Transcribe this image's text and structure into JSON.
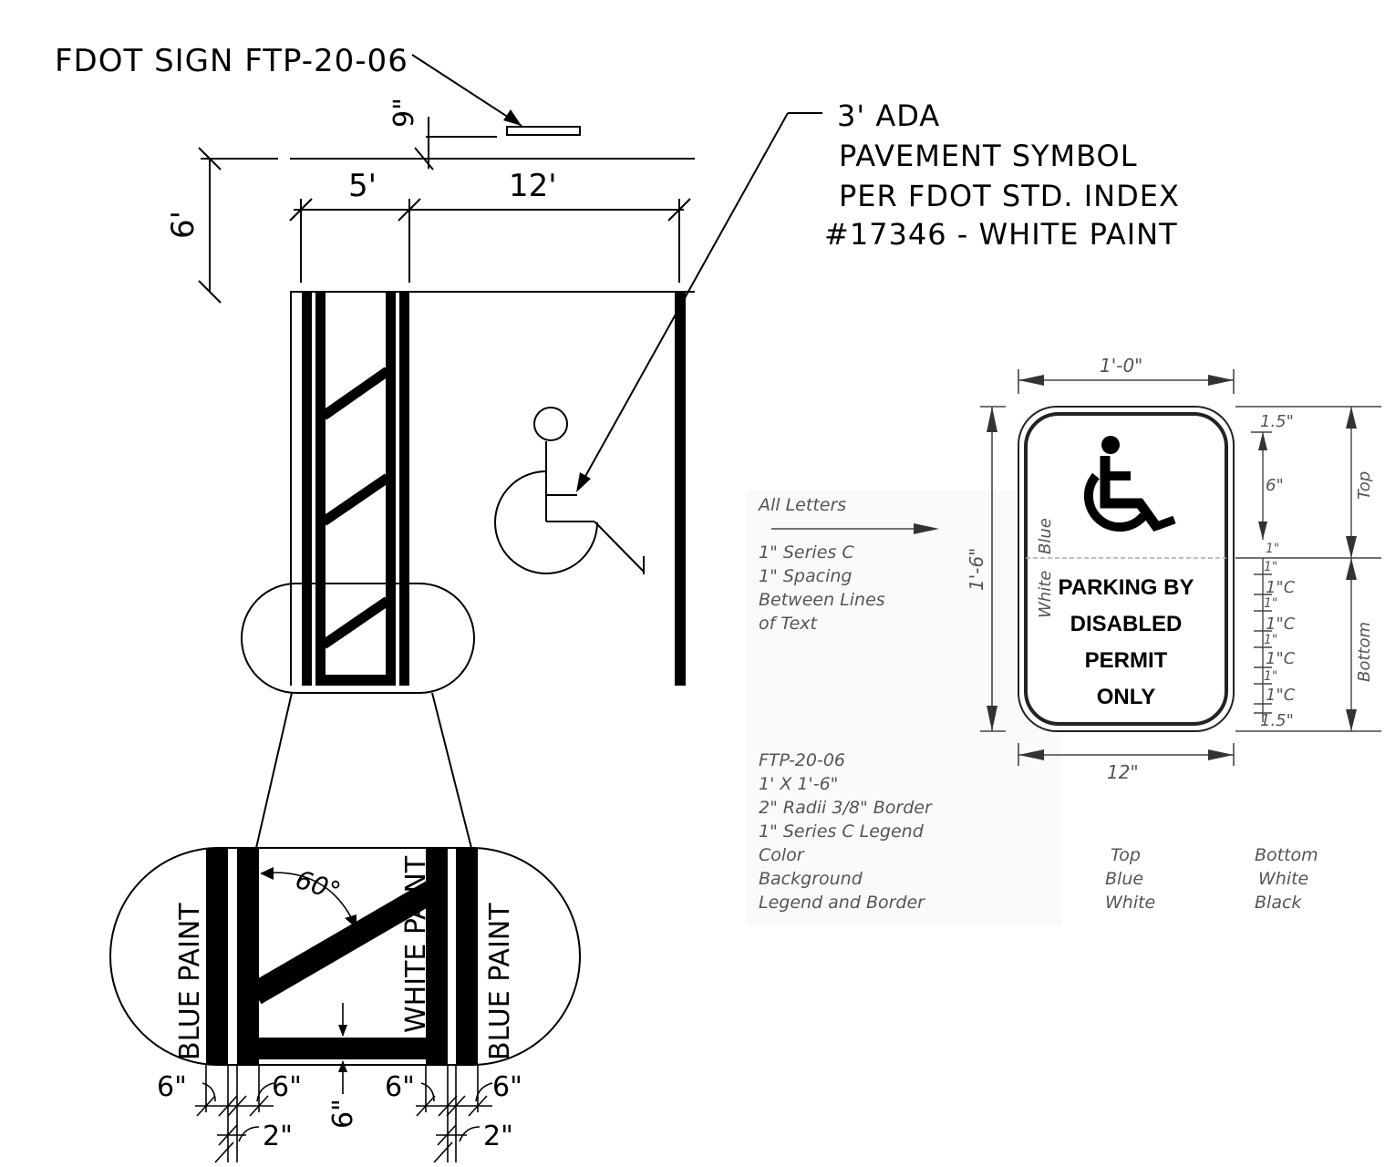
{
  "site_plan": {
    "sign_callout": "FDOT SIGN FTP-20-06",
    "dim_sign_offset": "9\"",
    "dim_depth": "6'",
    "dim_access_aisle": "5'",
    "dim_space_width": "12'",
    "symbol_note": {
      "line1": "3' ADA",
      "line2": "PAVEMENT SYMBOL",
      "line3": "PER FDOT STD. INDEX",
      "line4": "#17346 - WHITE PAINT"
    }
  },
  "striping_detail": {
    "label_left": "BLUE PAINT",
    "label_middle": "WHITE PAINT",
    "label_right": "BLUE PAINT",
    "angle": "60°",
    "dim_6in": "6\"",
    "dim_2in": "2\""
  },
  "sign_detail": {
    "width_top": "1'-0\"",
    "width_bottom": "12\"",
    "height": "1'-6\"",
    "color_labels": {
      "top": "Blue",
      "bottom": "White"
    },
    "legend_lines": [
      "PARKING BY",
      "DISABLED",
      "PERMIT",
      "ONLY"
    ],
    "right_dims": [
      "1.5\"",
      "6\"",
      "1\"",
      "1\"",
      "1\"C",
      "1\"",
      "1\"C",
      "1\"",
      "1\"C",
      "1\"",
      "1\"C",
      "1.5\""
    ],
    "section_labels": {
      "top": "Top",
      "bottom": "Bottom"
    },
    "all_letters_note": "All Letters",
    "letter_notes": [
      "1\" Series C",
      "1\" Spacing",
      "Between Lines",
      "of Text"
    ],
    "spec_notes": [
      "FTP-20-06",
      "1' X 1'-6\"",
      "2\" Radii 3/8\" Border",
      "1\" Series C Legend"
    ],
    "color_table": {
      "header": [
        "Color",
        "Top",
        "Bottom"
      ],
      "rows": [
        [
          "Background",
          "Blue",
          "White"
        ],
        [
          "Legend and Border",
          "White",
          "Black"
        ]
      ]
    }
  }
}
